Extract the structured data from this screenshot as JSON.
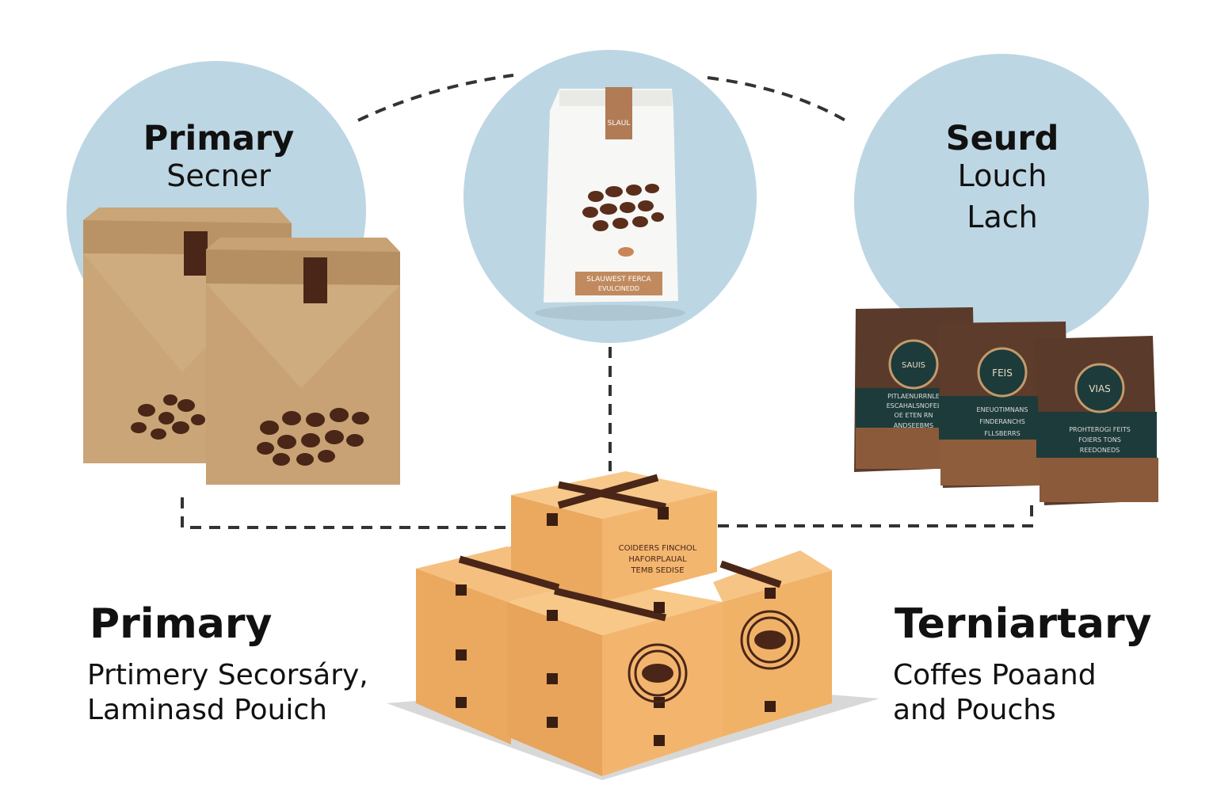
{
  "top_left": {
    "title": "Primary",
    "subtitle": "Secner"
  },
  "top_right": {
    "title": "Seurd",
    "line1": "Louch",
    "line2": "Lach"
  },
  "bottom_left": {
    "title": "Primary",
    "line1": "Prtimery Secorsáry,",
    "line2": "Laminasd Pouich"
  },
  "bottom_right": {
    "title": "Terniartary",
    "line1": "Coffes Poaand",
    "line2": "and Pouchs"
  },
  "packaging_labels": {
    "white_bag_top": "SLAUL",
    "white_bag_band_1": "SLAUWEST FERCA",
    "white_bag_band_2": "EVULCINEDD",
    "pouch_1_seal": "SAUIS",
    "pouch_1_l1": "PITLAENURRNLE",
    "pouch_1_l2": "ESCAHALSNOFEL",
    "pouch_1_l3": "OE ETEN RN",
    "pouch_1_l4": "ANDSEEBMS",
    "pouch_2_seal": "FEIS",
    "pouch_2_l1": "ENEUOTIMNANS",
    "pouch_2_l2": "FINDERANCHS",
    "pouch_2_l3": "FLLSBERRS",
    "pouch_3_seal": "VIAS",
    "pouch_3_l1": "PROHTEROGI FEITS",
    "pouch_3_l2": "FOIERS TONS",
    "pouch_3_l3": "REEDONEDS",
    "box_top_l1": "COIDEERS FINCHOL",
    "box_top_l2": "HAFORPLAUAL",
    "box_top_l3": "TEMB SEDISE"
  },
  "colors": {
    "circle": "#bdd6e3",
    "kraft": "#c9a578",
    "kraft_dark": "#b58f62",
    "cardboard": "#f0b66e",
    "tape": "#4a2618",
    "pouch_brown": "#5a3a2a",
    "pouch_teal": "#1d3b3a"
  }
}
